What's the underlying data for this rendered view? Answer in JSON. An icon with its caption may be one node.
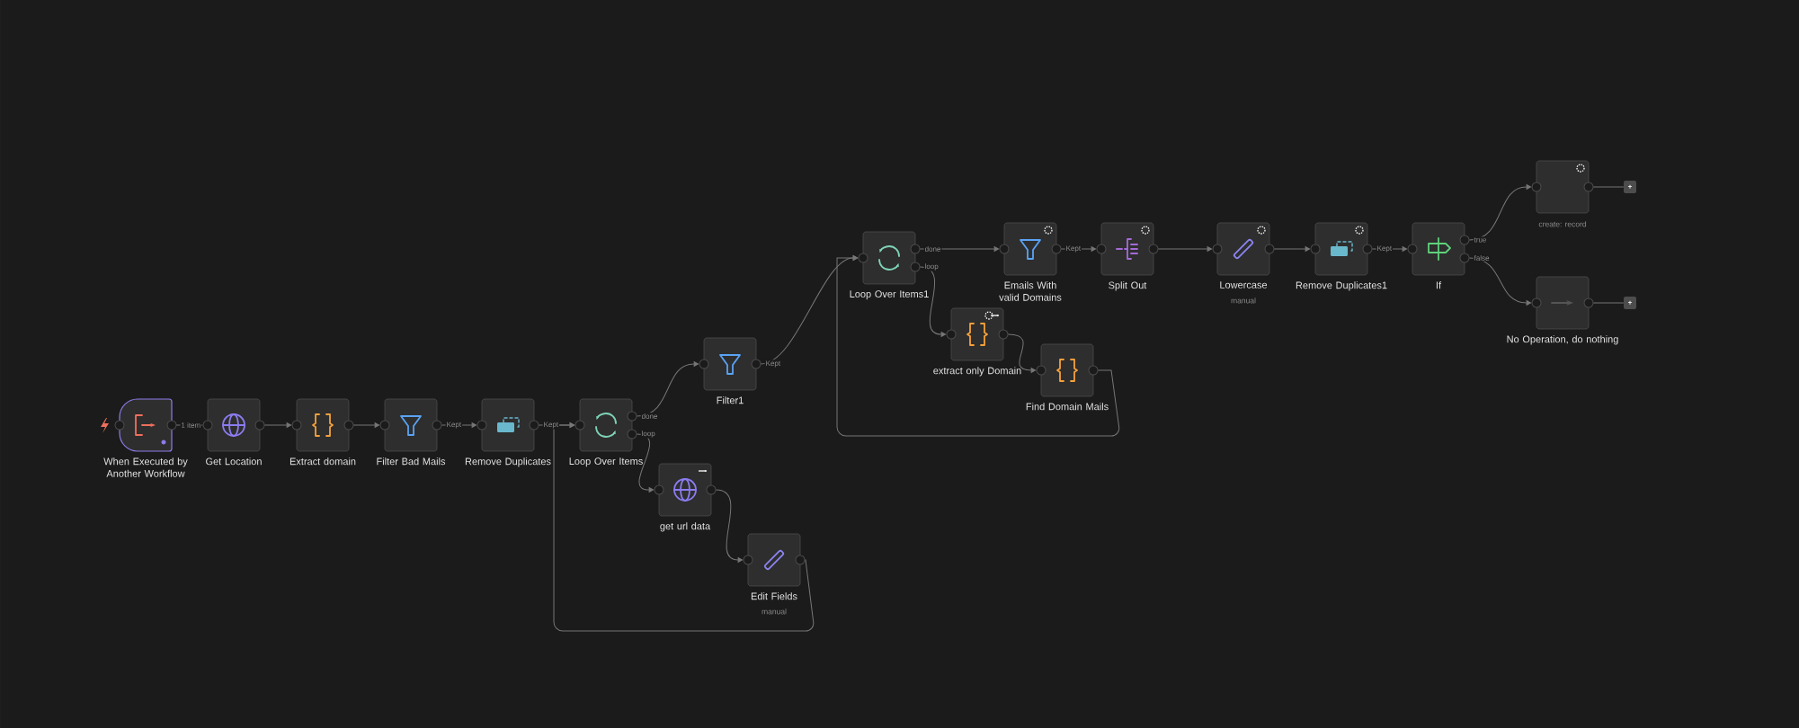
{
  "diagram": {
    "nodes": [
      {
        "text": [
          "When Executed by Another Workflow"
        ]
      },
      {
        "text": [
          "Get Location"
        ]
      },
      {
        "text": [
          "Extract domain"
        ]
      },
      {
        "text": [
          "Filter Bad Mails"
        ]
      },
      {
        "text": [
          "Remove Duplicates"
        ]
      },
      {
        "text": [
          "Loop Over Items"
        ]
      },
      {
        "text": [
          "Filter1"
        ]
      },
      {
        "text": [
          "get url data"
        ]
      },
      {
        "text": [
          "Edit Fields"
        ],
        "beside": [
          "manual"
        ]
      },
      {
        "text": [
          "Loop Over Items1"
        ]
      },
      {
        "text": [
          "Emails With valid Domains"
        ]
      },
      {
        "text": [
          "extract only Domain"
        ]
      },
      {
        "text": [
          "Find Domain Mails"
        ]
      },
      {
        "text": [
          "Split Out"
        ]
      },
      {
        "text": [
          "Lowercase"
        ],
        "beside": [
          "manual"
        ]
      },
      {
        "text": [
          "Remove Duplicates1"
        ]
      },
      {
        "text": [
          "If"
        ]
      },
      {
        "text": [],
        "shape": "box",
        "beside": [
          "create: record"
        ]
      },
      {
        "text": [
          "No Operation, do nothing"
        ]
      },
      {
        "text": [
          "+"
        ]
      },
      {
        "text": [
          "+"
        ]
      }
    ],
    "edges": [
      {
        "from": 0,
        "to": 1,
        "arrow": "to",
        "label": "1 item"
      },
      {
        "from": 1,
        "to": 2,
        "arrow": "to"
      },
      {
        "from": 2,
        "to": 3,
        "arrow": "to"
      },
      {
        "from": 3,
        "to": 4,
        "arrow": "to",
        "label": "Kept"
      },
      {
        "from": 4,
        "to": 5,
        "arrow": "to",
        "label": "Kept"
      },
      {
        "from": 5,
        "to": 6,
        "arrow": "to",
        "label": "done"
      },
      {
        "from": 5,
        "to": 7,
        "arrow": "to",
        "label": "loop"
      },
      {
        "from": 7,
        "to": 8,
        "arrow": "to"
      },
      {
        "from": 8,
        "to": 5,
        "arrow": "to"
      },
      {
        "from": 6,
        "to": 9,
        "arrow": "to",
        "label": "Kept"
      },
      {
        "from": 9,
        "to": 10,
        "arrow": "to",
        "label": "done"
      },
      {
        "from": 9,
        "to": 11,
        "arrow": "to",
        "label": "loop"
      },
      {
        "from": 11,
        "to": 12,
        "arrow": "to"
      },
      {
        "from": 12,
        "to": 9,
        "arrow": "to"
      },
      {
        "from": 10,
        "to": 13,
        "arrow": "to",
        "label": "Kept"
      },
      {
        "from": 13,
        "to": 14,
        "arrow": "to"
      },
      {
        "from": 14,
        "to": 15,
        "arrow": "to"
      },
      {
        "from": 15,
        "to": 16,
        "arrow": "to",
        "label": "Kept"
      },
      {
        "from": 16,
        "to": 17,
        "arrow": "to",
        "label": "true"
      },
      {
        "from": 16,
        "to": 18,
        "arrow": "to",
        "label": "false"
      },
      {
        "from": 17,
        "to": 19,
        "arrow": "none"
      },
      {
        "from": 18,
        "to": 20,
        "arrow": "none"
      }
    ]
  }
}
